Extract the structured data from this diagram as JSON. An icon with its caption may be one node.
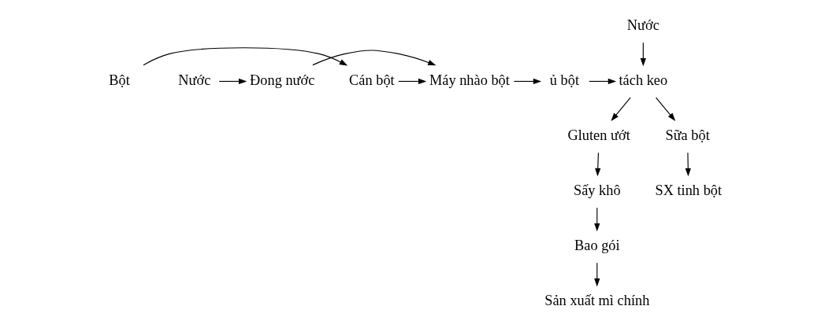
{
  "diagram": {
    "nodes": [
      {
        "text": [
          "Bột"
        ]
      },
      {
        "text": [
          "Cán bột"
        ]
      },
      {
        "text": [
          "Nước"
        ]
      },
      {
        "text": [
          "Đong nước"
        ]
      },
      {
        "text": [
          "Máy nhào bột"
        ]
      },
      {
        "text": [
          "ủ bột"
        ]
      },
      {
        "text": [
          "Nước"
        ]
      },
      {
        "text": [
          "tách keo"
        ]
      },
      {
        "text": [
          "Gluten ướt"
        ]
      },
      {
        "text": [
          "Sữa bột"
        ]
      },
      {
        "text": [
          "Sấy khô"
        ]
      },
      {
        "text": [
          "SX tinh bột"
        ]
      },
      {
        "text": [
          "Bao gói"
        ]
      },
      {
        "text": [
          "Sản xuất mì chính"
        ]
      }
    ],
    "edges": [
      {
        "from": 0,
        "to": 1,
        "arrow": "to"
      },
      {
        "from": 2,
        "to": 3,
        "arrow": "to"
      },
      {
        "from": 1,
        "to": 4,
        "arrow": "to"
      },
      {
        "from": 3,
        "to": 4,
        "arrow": "to"
      },
      {
        "from": 4,
        "to": 5,
        "arrow": "to"
      },
      {
        "from": 5,
        "to": 7,
        "arrow": "to"
      },
      {
        "from": 6,
        "to": 7,
        "arrow": "to"
      },
      {
        "from": 7,
        "to": 8,
        "arrow": "to"
      },
      {
        "from": 7,
        "to": 9,
        "arrow": "to"
      },
      {
        "from": 8,
        "to": 10,
        "arrow": "to"
      },
      {
        "from": 9,
        "to": 11,
        "arrow": "to"
      },
      {
        "from": 10,
        "to": 12,
        "arrow": "to"
      },
      {
        "from": 12,
        "to": 13,
        "arrow": "to"
      }
    ]
  }
}
